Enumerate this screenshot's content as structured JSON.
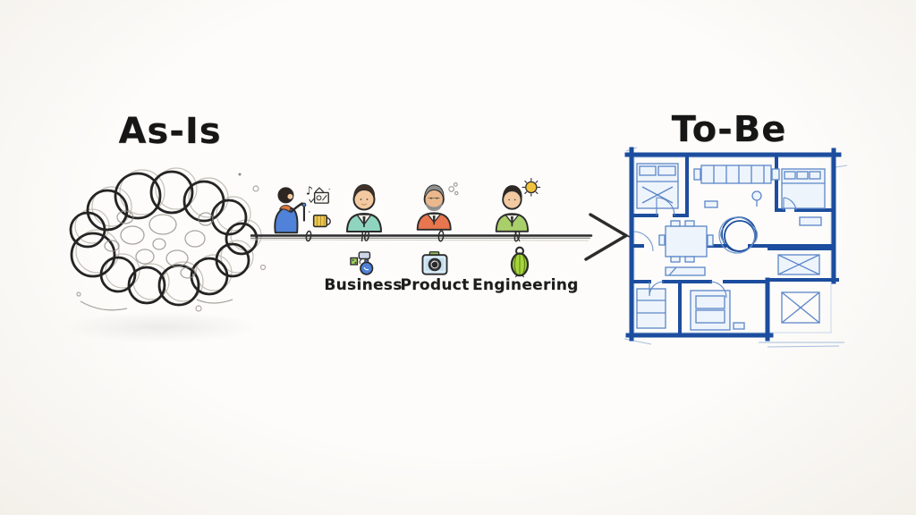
{
  "diagram": {
    "left_title": "As-Is",
    "right_title": "To-Be",
    "note_glyph": "♪",
    "roles": [
      {
        "label": "Business",
        "icon": "chat-flask-doodle-icon"
      },
      {
        "label": "Product",
        "icon": "box-lens-doodle-icon"
      },
      {
        "label": "Engineering",
        "icon": "green-bug-doodle-icon"
      }
    ],
    "personas": [
      {
        "name": "sketching-person-icon"
      },
      {
        "name": "business-person-icon"
      },
      {
        "name": "product-person-icon"
      },
      {
        "name": "engineering-person-icon"
      }
    ],
    "colors": {
      "ink": "#2b2b2b",
      "sketch_gray": "#8f8a82",
      "blueprint_blue": "#1c4d9e",
      "blueprint_light": "#6e95cc",
      "teal_jacket": "#8fd4bf",
      "orange_jacket": "#e8764e",
      "green_shirt": "#a9cf6b",
      "blue_jacket": "#4f82d8",
      "sun_yellow": "#f2c23e",
      "mug_yellow": "#ecc94f"
    }
  }
}
